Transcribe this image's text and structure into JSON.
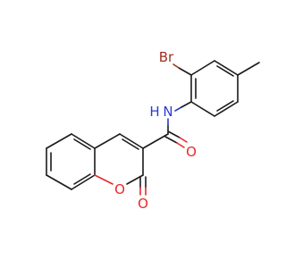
{
  "molecule": {
    "atoms": {
      "bromine": "Br",
      "amide_nh": "N",
      "amide_h": "H",
      "carbonyl_oxygen": "O",
      "ring_oxygen": "O",
      "lactone_oxygen": "O"
    },
    "colors": {
      "bond": "#1a1a1a",
      "oxygen": "#e8282a",
      "nitrogen": "#2b3bd6",
      "bromine": "#a0301f",
      "background": "#ffffff"
    }
  }
}
